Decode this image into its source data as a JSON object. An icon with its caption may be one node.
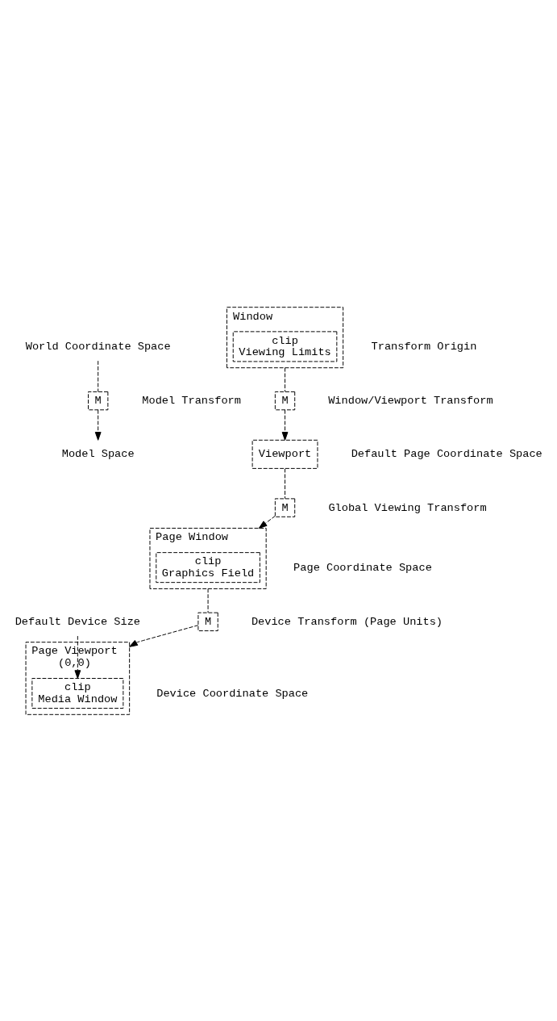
{
  "diagram": {
    "nodes": [
      {
        "text": [
          "World Coordinate Space"
        ]
      },
      {
        "text": [
          "M"
        ],
        "beside": [
          "Model Transform"
        ]
      },
      {
        "text": [
          "Model Space"
        ]
      },
      {
        "text": [
          "Window"
        ]
      },
      {
        "text": [
          "clip",
          "Viewing Limits"
        ],
        "in": 3
      },
      {
        "text": [
          "M"
        ],
        "beside": [
          "Window/Viewport Transform"
        ]
      },
      {
        "text": [
          "Viewport"
        ],
        "beside": [
          "Default Page Coordinate Space"
        ]
      },
      {
        "text": [
          "M"
        ],
        "beside": [
          "Global Viewing Transform"
        ]
      },
      {
        "text": [
          "Page Window"
        ],
        "beside": [
          "Page Coordinate Space"
        ]
      },
      {
        "text": [
          "clip",
          "Graphics Field"
        ],
        "in": 8
      },
      {
        "text": [
          "M"
        ],
        "beside": [
          "Device Transform (Page Units)"
        ]
      },
      {
        "text": [
          "Page Viewport",
          "(0,0)"
        ],
        "beside": [
          "Device Coordinate Space"
        ]
      },
      {
        "text": [
          "clip",
          "Media Window"
        ],
        "in": 11
      },
      {
        "text": [
          "Default Device Size"
        ]
      }
    ],
    "edges": [
      {
        "from": 0,
        "to": 1,
        "arrow": "none"
      },
      {
        "from": 1,
        "to": 2,
        "arrow": "to"
      },
      {
        "from": 3,
        "to": 5,
        "arrow": "none"
      },
      {
        "from": 5,
        "to": 6,
        "arrow": "to"
      },
      {
        "from": 6,
        "to": 7,
        "arrow": "none"
      },
      {
        "from": 7,
        "to": 8,
        "arrow": "to"
      },
      {
        "from": 8,
        "to": 10,
        "arrow": "none"
      },
      {
        "from": 10,
        "to": 11,
        "arrow": "to"
      },
      {
        "from": 13,
        "to": 12,
        "arrow": "to"
      }
    ],
    "labels": [
      "Transform Origin"
    ]
  }
}
